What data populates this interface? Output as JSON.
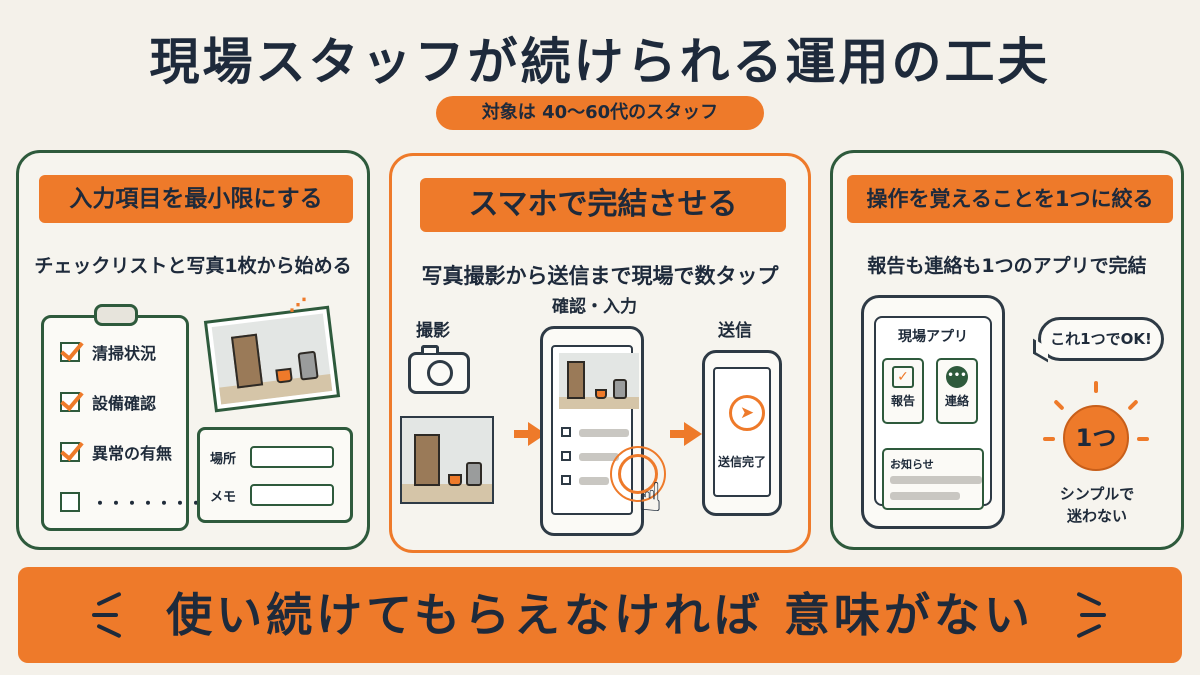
{
  "header": {
    "title": "現場スタッフが続けられる運用の工夫",
    "target": "対象は 40〜60代のスタッフ"
  },
  "panels": [
    {
      "title": "入力項目を最小限にする",
      "description": "チェックリストと写真1枚から始める",
      "checklist": [
        "清掃状況",
        "設備確認",
        "異常の有無",
        "・・・・・・・"
      ],
      "form_fields": [
        "場所",
        "メモ"
      ]
    },
    {
      "title": "スマホで完結させる",
      "description": "写真撮影から送信まで現場で数タップ",
      "steps": [
        "撮影",
        "確認・入力",
        "送信"
      ],
      "send_status": "送信完了"
    },
    {
      "title": "操作を覚えることを1つに絞る",
      "description": "報告も連絡も1つのアプリで完結",
      "app_name": "現場アプリ",
      "app_buttons": [
        "報告",
        "連絡"
      ],
      "notice_label": "お知らせ",
      "bubble": "これ1つでOK!",
      "one_badge": "1つ",
      "simple_note_line1": "シンプルで",
      "simple_note_line2": "迷わない"
    }
  ],
  "footer": {
    "message": "使い続けてもらえなければ 意味がない"
  },
  "colors": {
    "accent": "#ee7a2a",
    "green": "#2e5a3c",
    "navy": "#1e2a3b",
    "background": "#f4f1ea"
  }
}
